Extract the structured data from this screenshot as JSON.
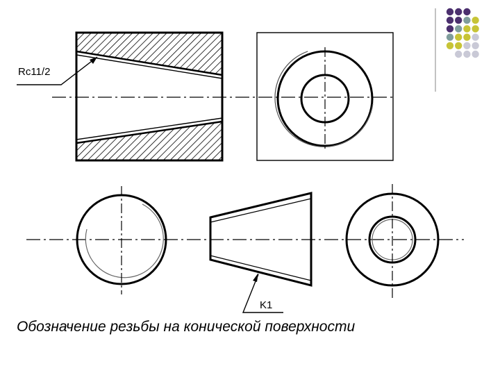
{
  "labels": {
    "thread_designation": "Rc11/2",
    "taper_designation": "K1"
  },
  "caption": "Обозначение резьбы на конической поверхности",
  "decor": {
    "dot_grid": [
      [
        "#4b2f6e",
        "#4b2f6e",
        "#4b2f6e",
        null
      ],
      [
        "#4b2f6e",
        "#4b2f6e",
        "#7f9d9c",
        "#c7c436"
      ],
      [
        "#4b2f6e",
        "#7f9d9c",
        "#c7c436",
        "#c7c436"
      ],
      [
        "#7f9d9c",
        "#c7c436",
        "#c7c436",
        "#c9c9d6"
      ],
      [
        "#c7c436",
        "#c7c436",
        "#c9c9d6",
        "#c9c9d6"
      ],
      [
        null,
        "#c9c9d6",
        "#c9c9d6",
        "#c9c9d6"
      ]
    ]
  }
}
